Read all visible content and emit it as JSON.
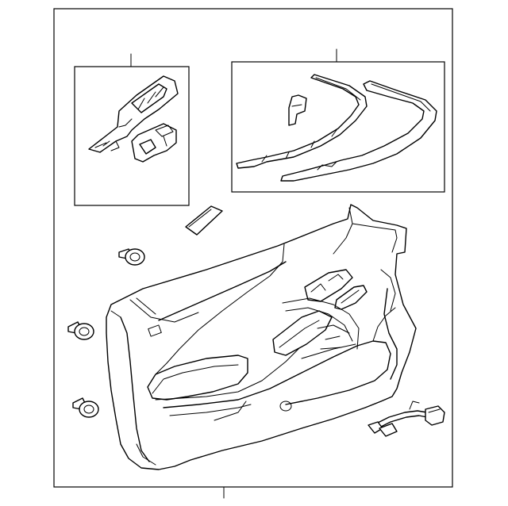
{
  "diagram": {
    "type": "exploded parts diagram",
    "parts": [
      {
        "id": "switch-assembly-box",
        "icon": "window-switch-icon"
      },
      {
        "id": "trim-strips-box",
        "icon": "trim-strip-icon"
      },
      {
        "id": "armrest-pad",
        "icon": "pad-icon"
      },
      {
        "id": "push-clip-top",
        "icon": "clip-icon"
      },
      {
        "id": "push-clip-middle",
        "icon": "clip-icon"
      },
      {
        "id": "push-clip-bottom",
        "icon": "clip-icon"
      },
      {
        "id": "door-trim-panel",
        "icon": "door-panel-icon"
      },
      {
        "id": "wiring-harness",
        "icon": "harness-icon"
      }
    ],
    "colors": {
      "line": "#000000",
      "background": "#ffffff"
    }
  }
}
